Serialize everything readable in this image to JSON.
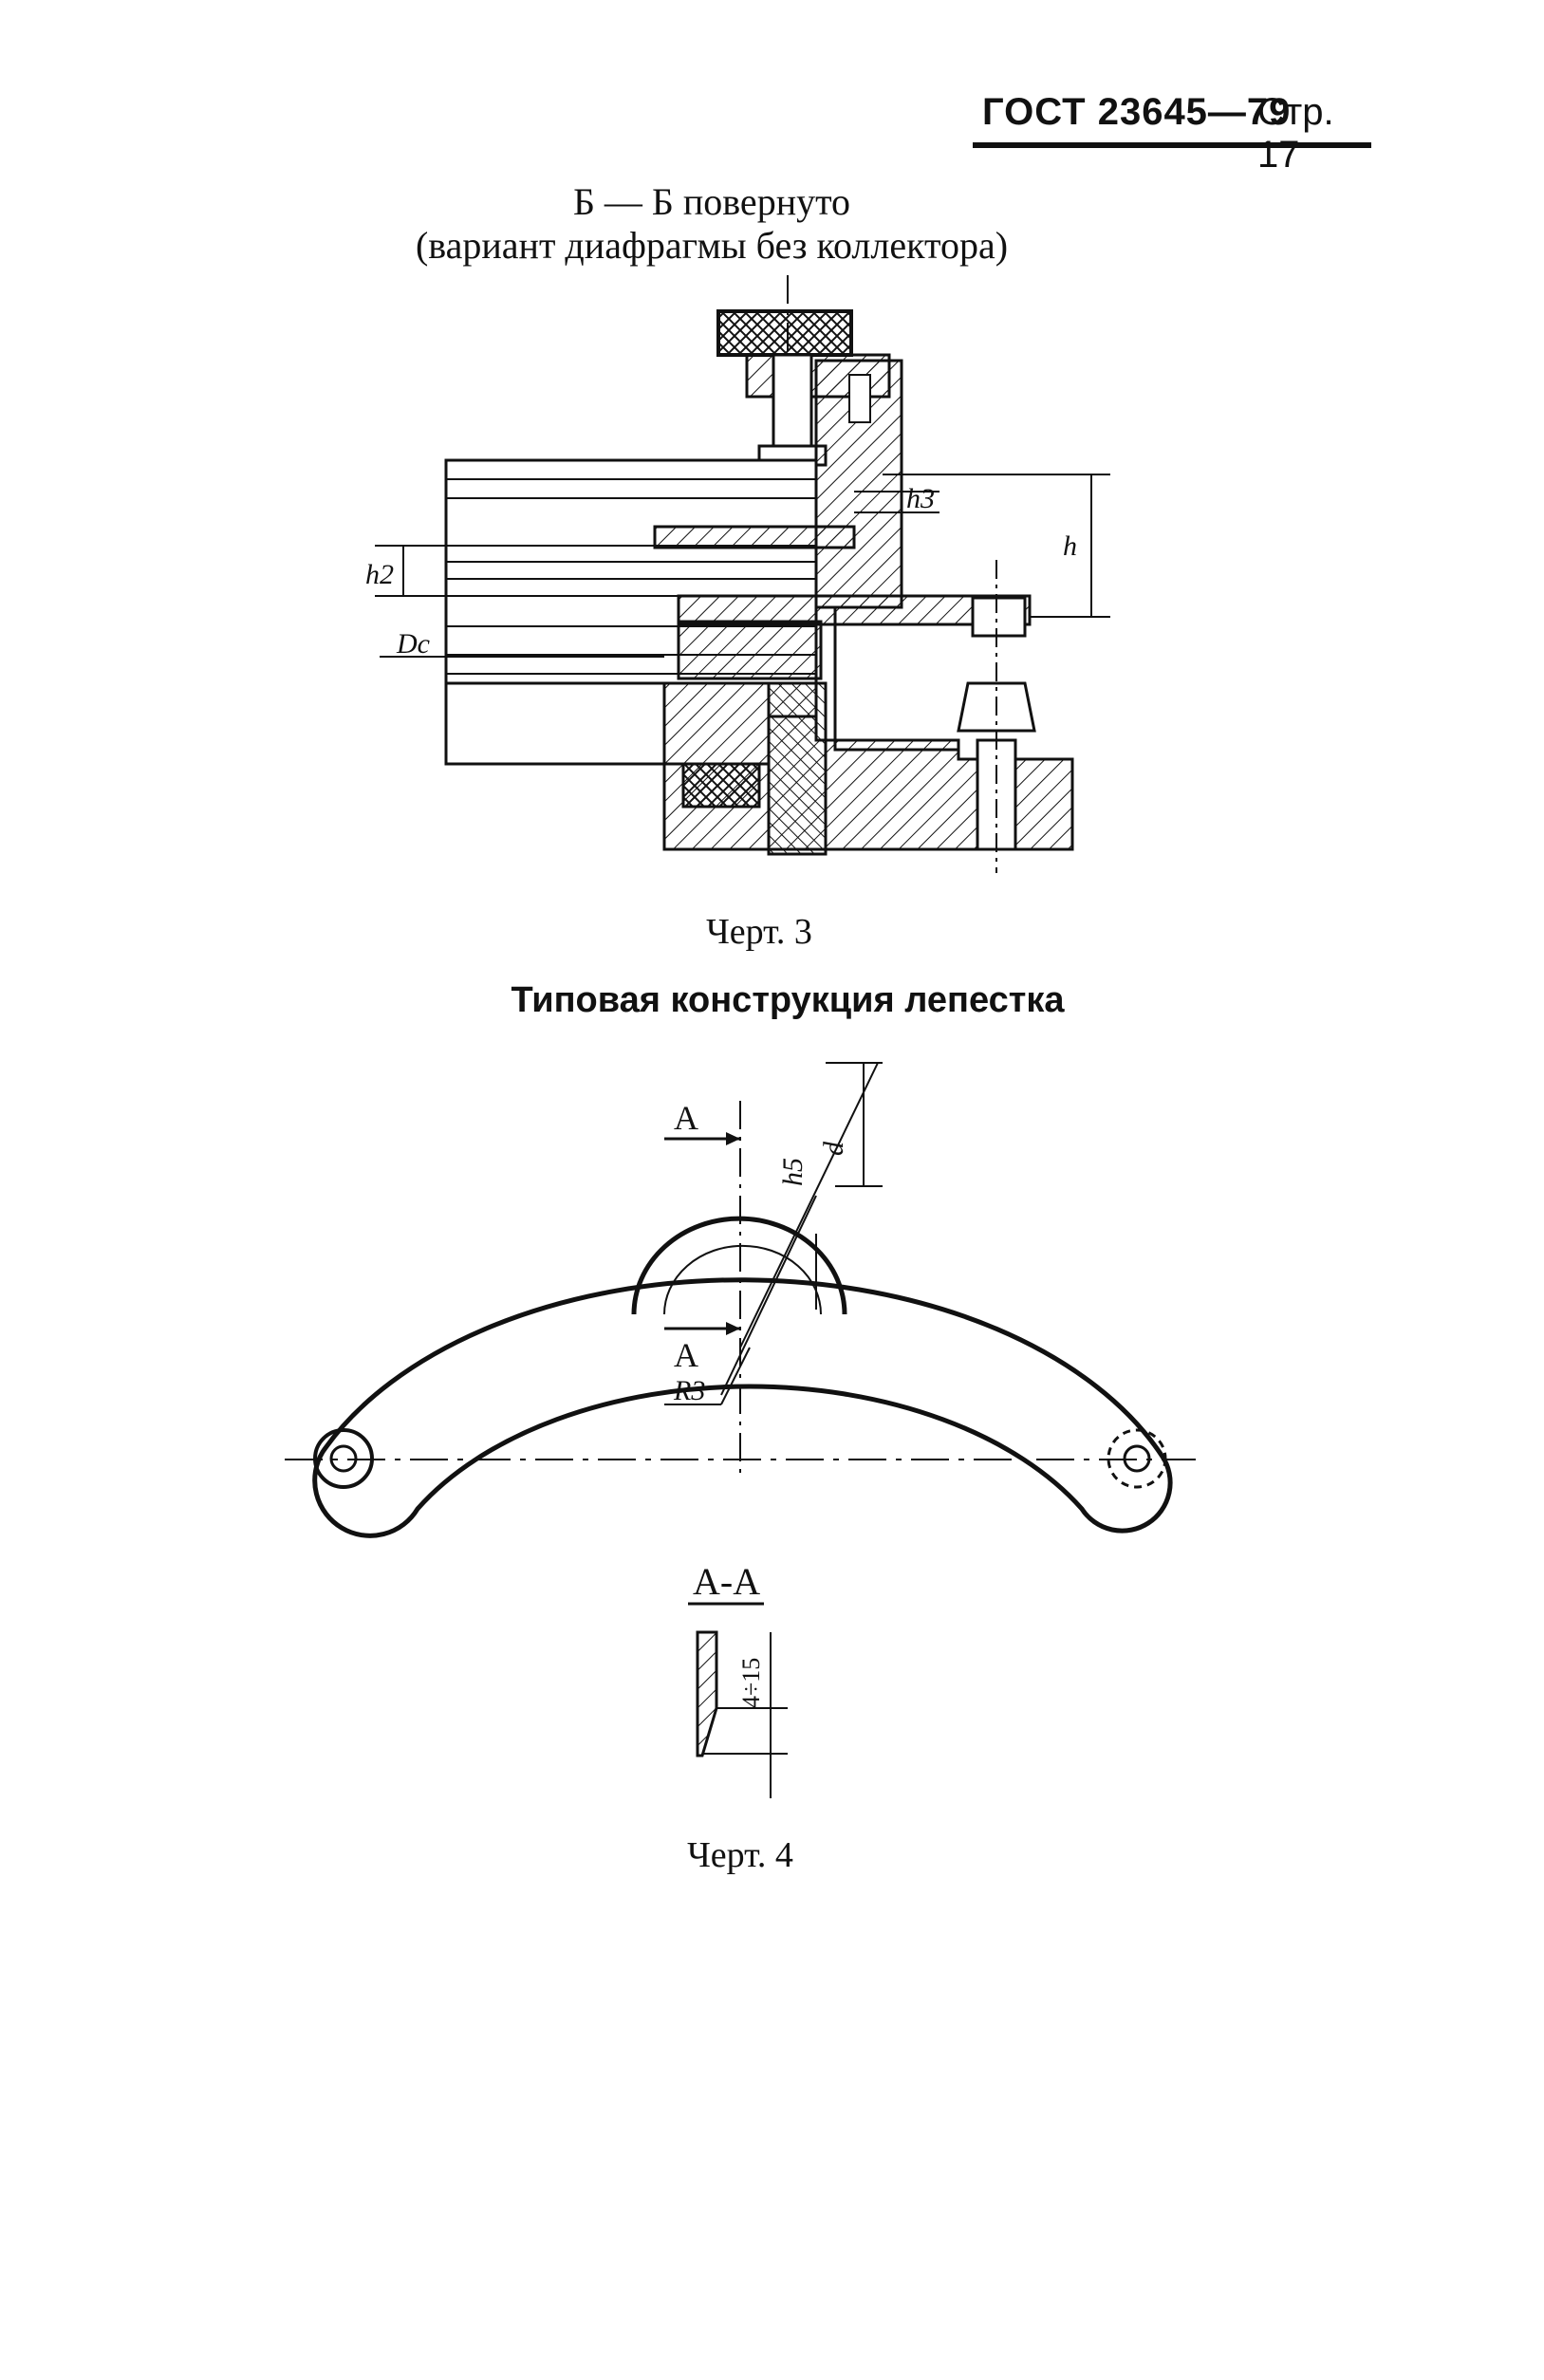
{
  "header": {
    "standard": "ГОСТ 23645—79",
    "page": "Стр. 17"
  },
  "section_bb": {
    "line1": "Б — Б повернуто",
    "line2": "(вариант диафрагмы без коллектора)"
  },
  "figure3": {
    "caption": "Черт. 3",
    "labels": {
      "h": "h",
      "h2": "h2",
      "h3": "h3",
      "dc": "Dc"
    }
  },
  "figure4": {
    "title": "Типовая конструкция лепестка",
    "caption": "Черт. 4",
    "labels": {
      "a_top": "A",
      "a_bottom": "A",
      "h5": "h5",
      "d": "d",
      "r3": "R3",
      "section": "А-А",
      "thickness": "4÷15"
    }
  }
}
